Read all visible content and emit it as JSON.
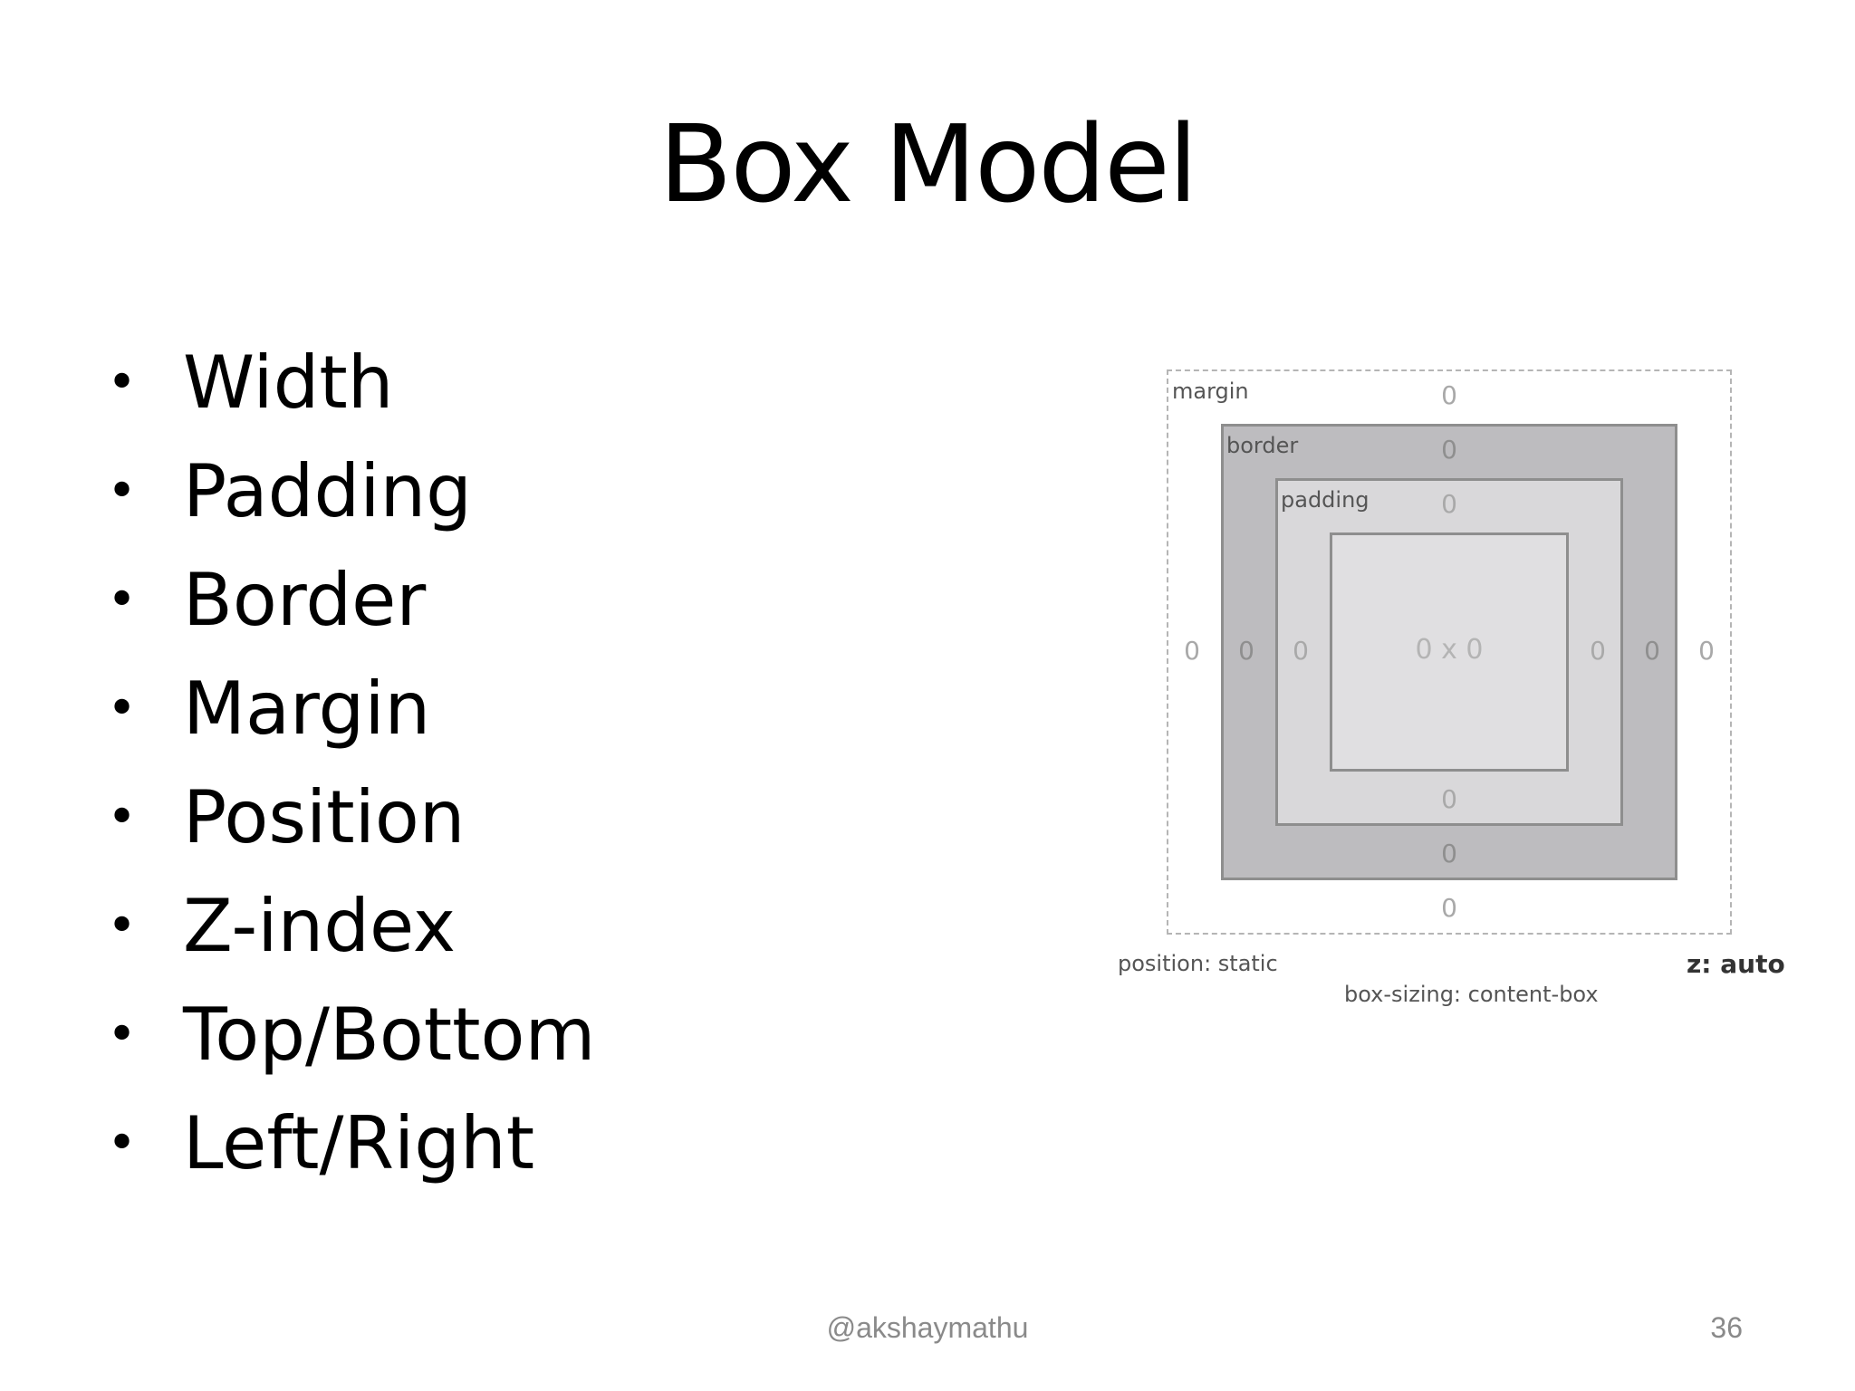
{
  "slide": {
    "title": "Box Model",
    "bullets": [
      "Width",
      "Padding",
      "Border",
      "Margin",
      "Position",
      "Z-index",
      "Top/Bottom",
      "Left/Right"
    ]
  },
  "box_model": {
    "labels": {
      "margin": "margin",
      "border": "border",
      "padding": "padding"
    },
    "values": {
      "margin_top": "0",
      "margin_right": "0",
      "margin_bottom": "0",
      "margin_left": "0",
      "border_top": "0",
      "border_right": "0",
      "border_bottom": "0",
      "border_left": "0",
      "padding_top": "0",
      "padding_right": "0",
      "padding_bottom": "0",
      "padding_left": "0",
      "content_size": "0 x 0"
    },
    "position": "position: static",
    "z_index": "z: auto",
    "box_sizing": "box-sizing: content-box"
  },
  "footer": {
    "handle": "@akshaymathu",
    "page_number": "36"
  }
}
